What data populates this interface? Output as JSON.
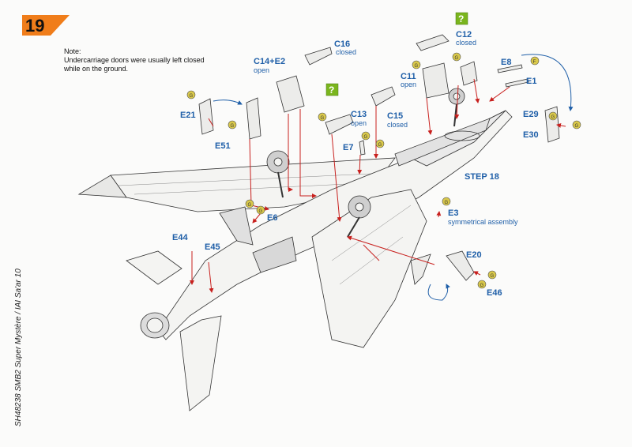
{
  "step": {
    "number": "19"
  },
  "note": {
    "title": "Note:",
    "line1": "Undercarriage doors were usually left closed",
    "line2": "while on the ground."
  },
  "side_text": "SH48238 SMB2 Super Mystère / IAI Sa'ar 10",
  "parts": {
    "c16": {
      "label": "C16",
      "state": "closed"
    },
    "c14e2": {
      "label": "C14+E2",
      "state": "open"
    },
    "c12": {
      "label": "C12",
      "state": "closed"
    },
    "c11": {
      "label": "C11",
      "state": "open"
    },
    "c13": {
      "label": "C13",
      "state": "open"
    },
    "c15": {
      "label": "C15",
      "state": "closed"
    },
    "e8": {
      "label": "E8"
    },
    "e1": {
      "label": "E1"
    },
    "e21": {
      "label": "E21"
    },
    "e51": {
      "label": "E51"
    },
    "e7": {
      "label": "E7"
    },
    "e29": {
      "label": "E29"
    },
    "e30": {
      "label": "E30"
    },
    "e6": {
      "label": "E6"
    },
    "e3": {
      "label": "E3",
      "state": "symmetrical assembly"
    },
    "e44": {
      "label": "E44"
    },
    "e45": {
      "label": "E45"
    },
    "e20": {
      "label": "E20"
    },
    "e46": {
      "label": "E46"
    }
  },
  "step_ref": "STEP 18",
  "glue": {
    "symbol": "G",
    "option_symbol": "F"
  },
  "question": "?",
  "colors": {
    "label_blue": "#1f5fa8",
    "badge_orange": "#f07d1a",
    "arrow_red": "#c8201e",
    "question_green": "#7ab51d",
    "glue_yellow": "#d9c84a"
  }
}
